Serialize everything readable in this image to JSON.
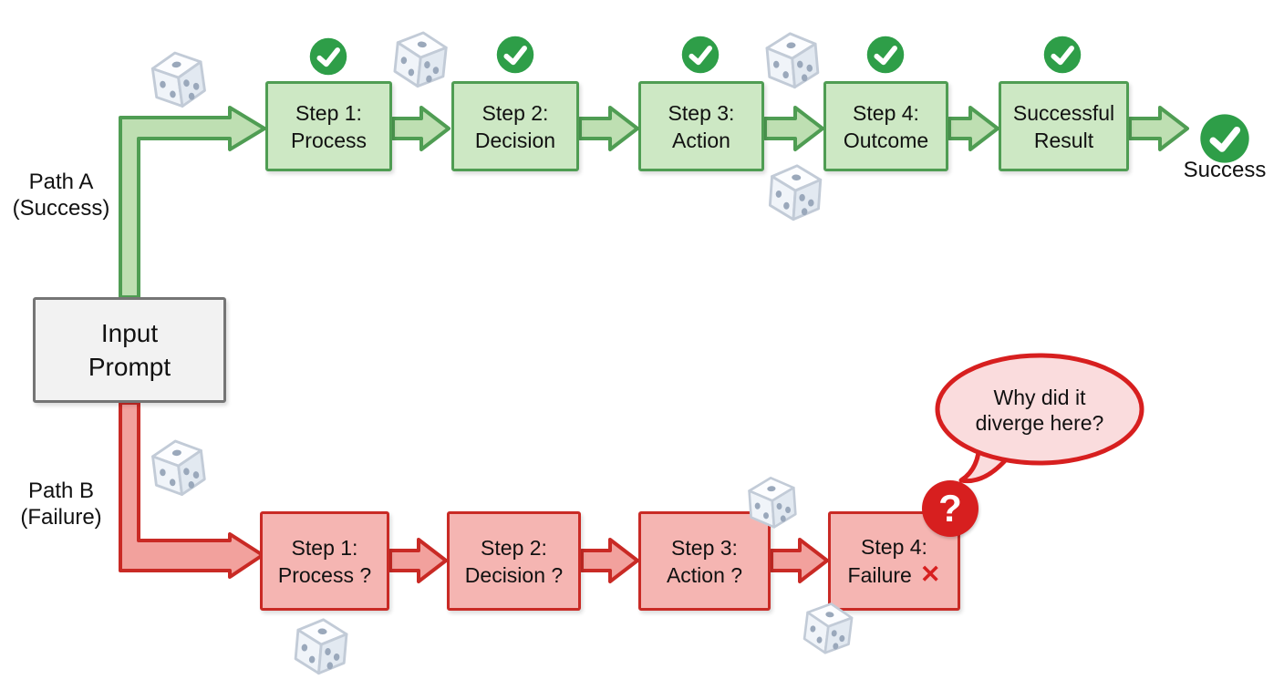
{
  "diagram": {
    "input_box": {
      "line1": "Input",
      "line2": "Prompt"
    },
    "path_a": {
      "label_line1": "Path A",
      "label_line2": "(Success)",
      "steps": [
        {
          "line1": "Step 1:",
          "line2": "Process"
        },
        {
          "line1": "Step 2:",
          "line2": "Decision"
        },
        {
          "line1": "Step 3:",
          "line2": "Action"
        },
        {
          "line1": "Step 4:",
          "line2": "Outcome"
        },
        {
          "line1": "Successful",
          "line2": "Result"
        }
      ],
      "end_label": "Success"
    },
    "path_b": {
      "label_line1": "Path B",
      "label_line2": "(Failure)",
      "steps": [
        {
          "line1": "Step 1:",
          "line2": "Process ?"
        },
        {
          "line1": "Step 2:",
          "line2": "Decision ?"
        },
        {
          "line1": "Step 3:",
          "line2": "Action ?"
        },
        {
          "line1": "Step 4:",
          "line2": "Failure",
          "fail_mark": "✕"
        }
      ],
      "question_mark": "?",
      "bubble_line1": "Why did it",
      "bubble_line2": "diverge here?"
    },
    "colors": {
      "green_border": "#4f9d53",
      "green_fill": "#cde8c4",
      "green_arrow_fill": "#bedfb2",
      "check_green": "#2e9e48",
      "red_border": "#c92a25",
      "red_fill": "#f5b5b2",
      "red_arrow_fill": "#f2a19d",
      "alert_red": "#d71f1f",
      "bubble_fill": "#fadcdd",
      "gray_border": "#757575",
      "gray_fill": "#f2f2f2"
    }
  }
}
